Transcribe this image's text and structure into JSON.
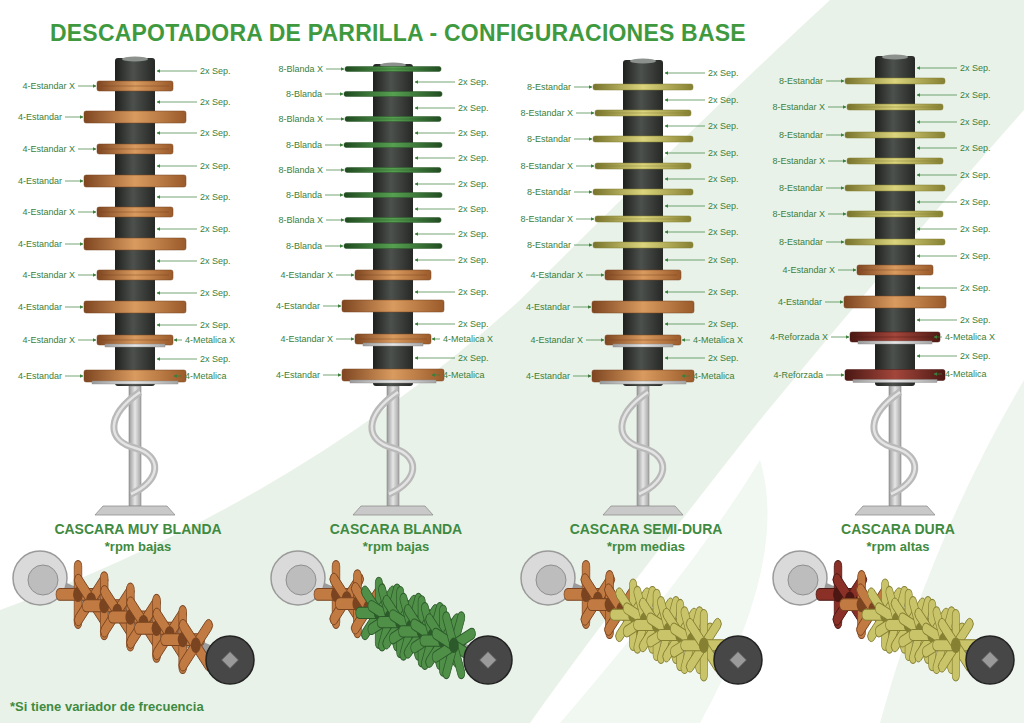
{
  "diagram": {
    "title": "DESCAPOTADORA DE PARRILLA - CONFIGURACIONES BASE",
    "labels": [
      "4-Estandar X",
      "4-Estandar",
      "4-Estandar X",
      "4-Estandar",
      "4-Estandar X",
      "4-Estandar",
      "4-Estandar X",
      "4-Estandar",
      "4-Estandar X",
      "4-Estandar",
      "2x Sep.",
      "2x Sep.",
      "2x Sep.",
      "2x Sep.",
      "2x Sep.",
      "2x Sep.",
      "2x Sep.",
      "2x Sep.",
      "2x Sep.",
      "4-Metalica X",
      "2x Sep.",
      "4-Metalica",
      "8-Blanda X",
      "8-Blanda",
      "8-Blanda X",
      "8-Blanda",
      "8-Blanda X",
      "8-Blanda",
      "8-Blanda X",
      "8-Blanda",
      "4-Estandar X",
      "4-Estandar",
      "4-Estandar X",
      "4-Estandar",
      "2x Sep.",
      "2x Sep.",
      "2x Sep.",
      "2x Sep.",
      "2x Sep.",
      "2x Sep.",
      "2x Sep.",
      "2x Sep.",
      "2x Sep.",
      "2x Sep.",
      "4-Metalica X",
      "2x Sep.",
      "4-Metalica",
      "8-Estandar",
      "8-Estandar X",
      "8-Estandar",
      "8-Estandar X",
      "8-Estandar",
      "8-Estandar X",
      "8-Estandar",
      "4-Estandar X",
      "4-Estandar",
      "4-Estandar X",
      "4-Estandar",
      "2x Sep.",
      "2x Sep.",
      "2x Sep.",
      "2x Sep.",
      "2x Sep.",
      "2x Sep.",
      "2x Sep.",
      "2x Sep.",
      "2x Sep.",
      "2x Sep.",
      "4-Metalica X",
      "2x Sep.",
      "4-Metalica",
      "8-Estandar",
      "8-Estandar X",
      "8-Estandar",
      "8-Estandar X",
      "8-Estandar",
      "8-Estandar X",
      "8-Estandar",
      "4-Estandar X",
      "4-Estandar",
      "4-Reforzada X",
      "4-Reforzada",
      "2x Sep.",
      "2x Sep.",
      "2x Sep.",
      "2x Sep.",
      "2x Sep.",
      "2x Sep.",
      "2x Sep.",
      "2x Sep.",
      "2x Sep.",
      "2x Sep.",
      "4-Metalica X",
      "2x Sep.",
      "4-Metalica",
      "CASCARA MUY BLANDA",
      "*rpm bajas",
      "CASCARA BLANDA",
      "*rpm bajas",
      "CASCARA SEMI-DURA",
      "*rpm medias",
      "CASCARA DURA",
      "*rpm altas",
      "*Si tiene variador de frecuencia"
    ]
  }
}
